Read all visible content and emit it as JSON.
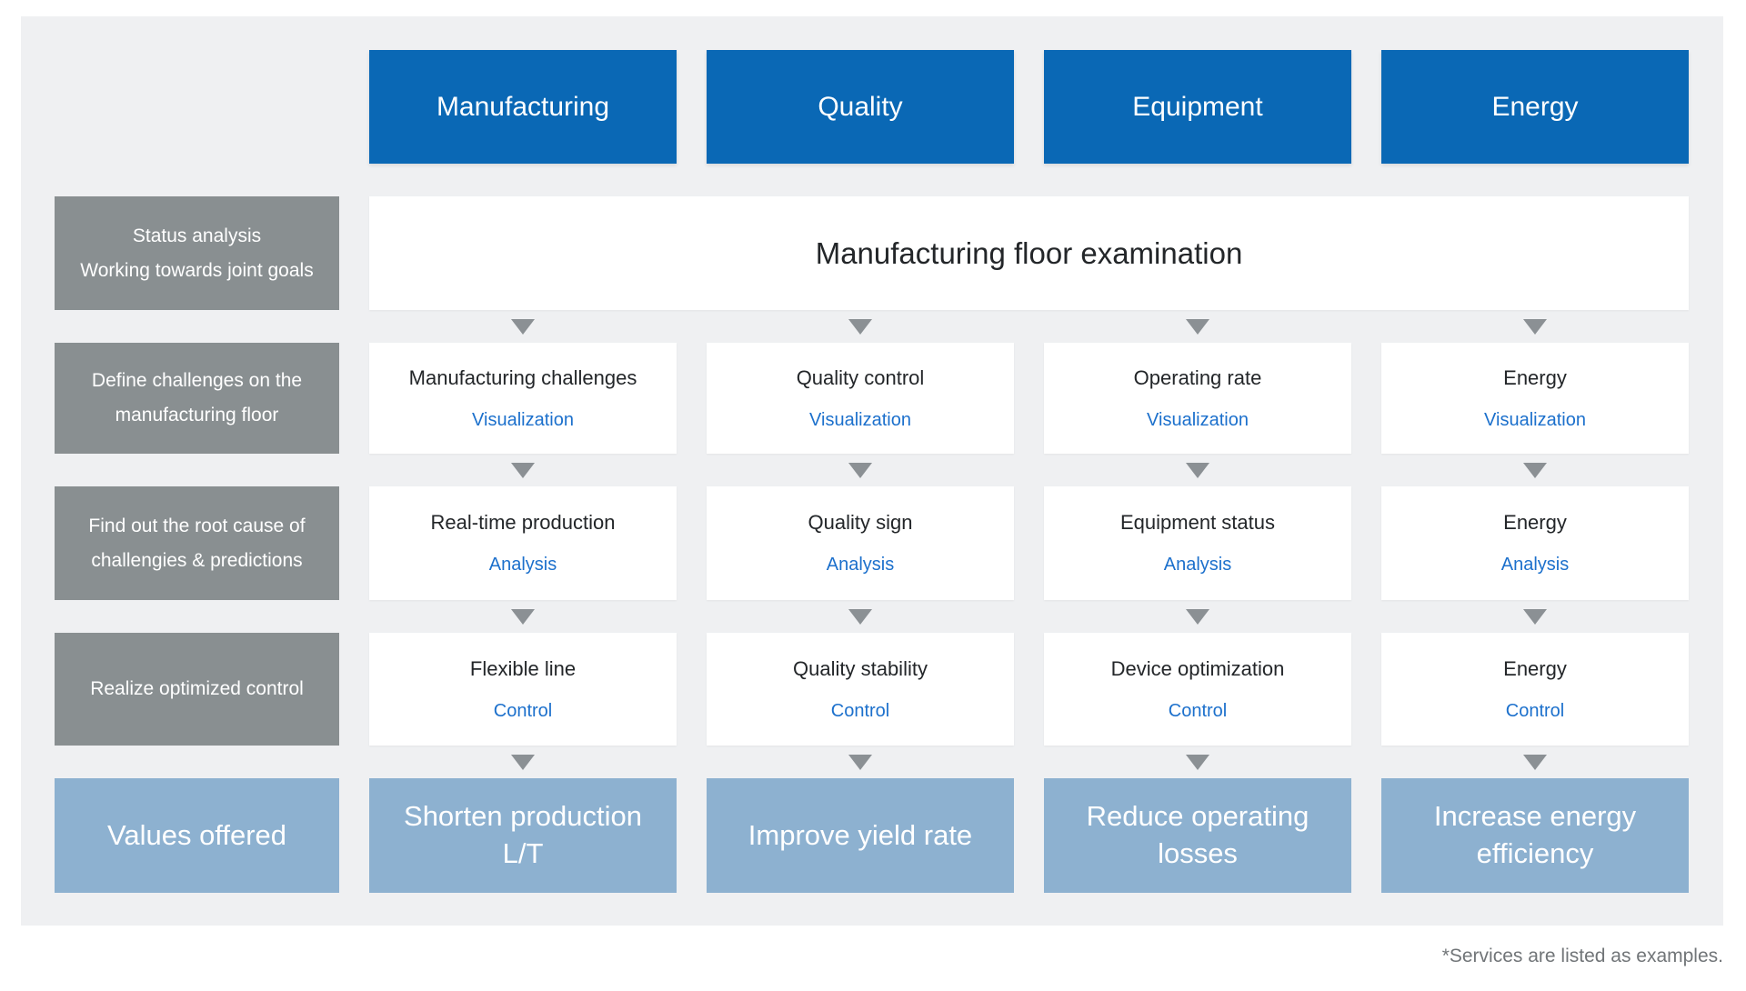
{
  "diagram": {
    "columns": [
      "Manufacturing",
      "Quality",
      "Equipment",
      "Energy"
    ],
    "row_labels": [
      "Status analysis\nWorking towards joint goals",
      "Define challenges on the\nmanufacturing floor",
      "Find out the root cause of\nchallengies & predictions",
      "Realize optimized control"
    ],
    "span_row": {
      "text": "Manufacturing floor examination"
    },
    "service_rows": [
      {
        "cells": [
          {
            "title": "Manufacturing challenges",
            "service": "Visualization"
          },
          {
            "title": "Quality control",
            "service": "Visualization"
          },
          {
            "title": "Operating rate",
            "service": "Visualization"
          },
          {
            "title": "Energy",
            "service": "Visualization"
          }
        ]
      },
      {
        "cells": [
          {
            "title": "Real-time production",
            "service": "Analysis"
          },
          {
            "title": "Quality sign",
            "service": "Analysis"
          },
          {
            "title": "Equipment status",
            "service": "Analysis"
          },
          {
            "title": "Energy",
            "service": "Analysis"
          }
        ]
      },
      {
        "cells": [
          {
            "title": "Flexible line",
            "service": "Control"
          },
          {
            "title": "Quality stability",
            "service": "Control"
          },
          {
            "title": "Device optimization",
            "service": "Control"
          },
          {
            "title": "Energy",
            "service": "Control"
          }
        ]
      }
    ],
    "values_row": {
      "label": "Values offered",
      "cells": [
        "Shorten production L/T",
        "Improve yield rate",
        "Reduce operating losses",
        "Increase energy efficiency"
      ]
    },
    "footnote": "*Services are listed as examples.",
    "colors": {
      "header_blue": "#0a68b5",
      "label_gray": "#898f91",
      "value_blue": "#8db1d0",
      "service_link_blue": "#1c70cc",
      "panel_bg": "#eff0f2",
      "arrow_gray": "#8b9094"
    }
  }
}
